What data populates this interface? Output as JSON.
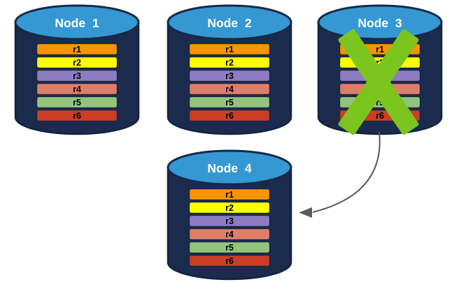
{
  "diagram": {
    "description": "Database replication diagram: four database nodes each holding rows r1-r6; Node 3 is crossed out (failed) and an arrow points from Node 3 to Node 4",
    "background": "#FFFFFF",
    "nodes": [
      {
        "title": "Node 1",
        "failed": false,
        "rows": [
          "r1",
          "r2",
          "r3",
          "r4",
          "r5",
          "r6"
        ]
      },
      {
        "title": "Node 2",
        "failed": false,
        "rows": [
          "r1",
          "r2",
          "r3",
          "r4",
          "r5",
          "r6"
        ]
      },
      {
        "title": "Node 3",
        "failed": true,
        "rows": [
          "r1",
          "r2",
          "r3",
          "r4",
          "r5",
          "r6"
        ]
      },
      {
        "title": "Node 4",
        "failed": false,
        "rows": [
          "r1",
          "r2",
          "r3",
          "r4",
          "r5",
          "r6"
        ]
      }
    ],
    "row_colors": {
      "r1": "#F79400",
      "r2": "#FFFF00",
      "r3": "#8E7CC3",
      "r4": "#DD7E6B",
      "r5": "#93C47D",
      "r6": "#CA3E27"
    },
    "colors": {
      "cylinder_body": "#1A2B4D",
      "cylinder_top": "#3598D3",
      "title_text": "#FFFFFF",
      "bar_text": "#000000",
      "failure_x": "#7CC41E",
      "arrow": "#595959"
    },
    "arrow": {
      "from": "Node 3",
      "to": "Node 4"
    }
  }
}
